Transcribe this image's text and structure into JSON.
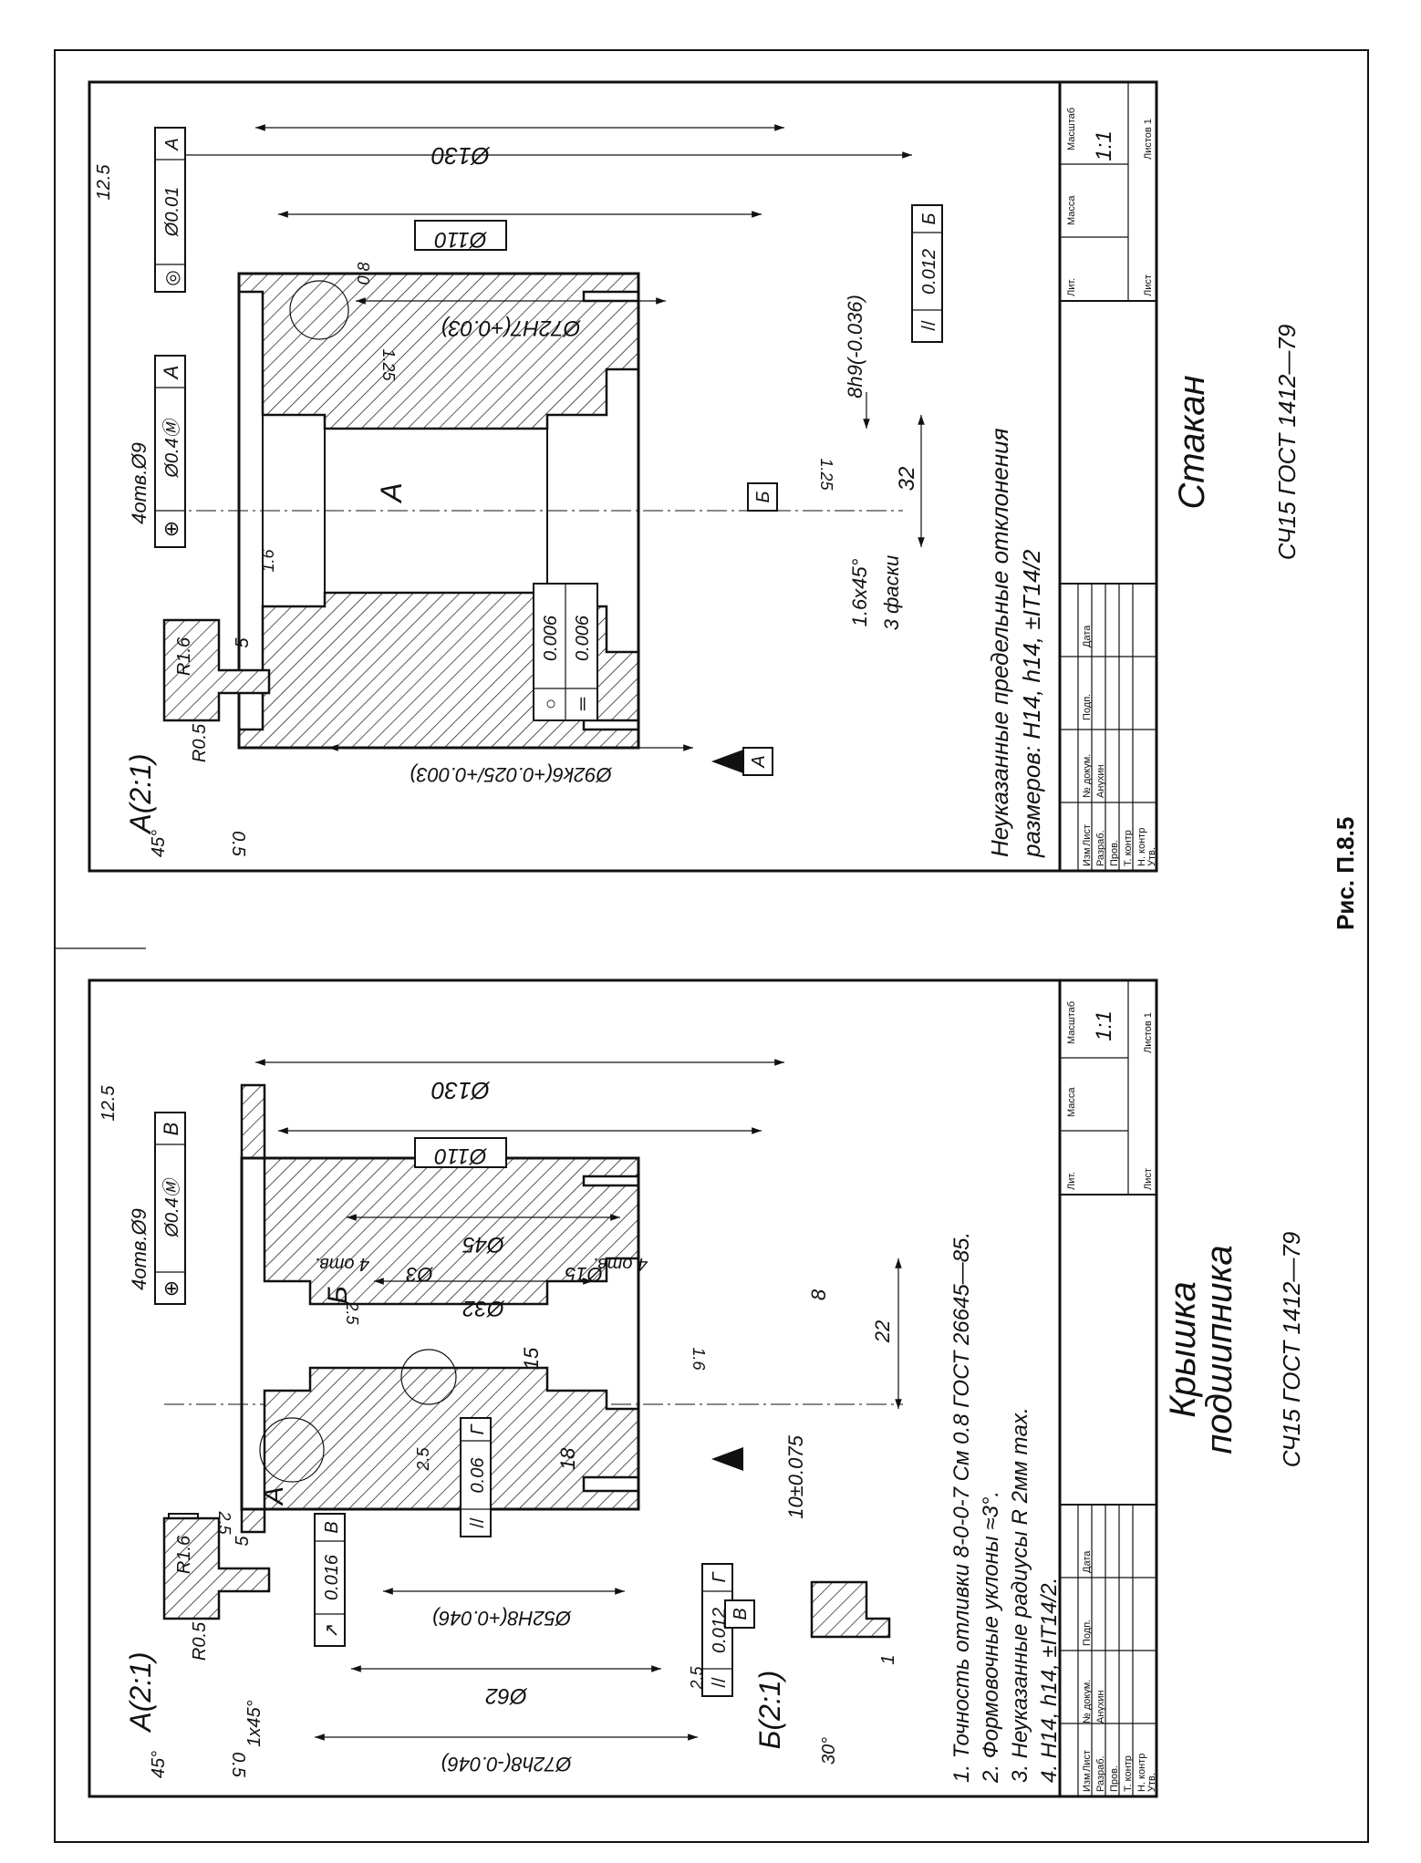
{
  "figure_caption": "Рис. П.8.5",
  "drawing_right": {
    "title": "Стакан",
    "material": "СЧ15 ГОСТ 1412—79",
    "scale_value": "1:1",
    "sheets_value": "Листов 1",
    "roughness_general": "12.5",
    "hole_callout": "4отв.Ø9",
    "position_tol": [
      "⊕",
      "Ø0.4Ⓜ",
      "A"
    ],
    "concentricity_tol": [
      "◎",
      "Ø0.01",
      "A"
    ],
    "detail_title": "A(2:1)",
    "detail_labels": [
      "R1.6",
      "R0.5",
      "5",
      "45°",
      "0.5"
    ],
    "roughness_labels": [
      "1.6",
      "0.8",
      "1.25",
      "1.25"
    ],
    "dim_d130": "Ø130",
    "dim_d110": "Ø110",
    "dim_d72": "Ø72H7(+0.03)",
    "dim_d92": "Ø92k6(+0.025/+0.003)",
    "dim_32": "32",
    "dim_8": "8h9(-0.036)",
    "section_label": "A",
    "datum_a": "A",
    "datum_b": "Б",
    "roundness_tol": [
      "○",
      "0.006"
    ],
    "flatness_tol": [
      "═",
      "0.006"
    ],
    "parallel_tol": [
      "//",
      "0.012",
      "Б"
    ],
    "chamfer_note": "1.6x45°",
    "chamfer_count": "3 фаски",
    "notes": [
      "Неуказанные предельные отклонения",
      "размеров: H14, h14, ±IT14/2"
    ],
    "title_block_headers": [
      "Изм",
      "Лист",
      "№ докум.",
      "Подп.",
      "Дата"
    ],
    "title_block_rows": [
      "Разраб.",
      "Пров.",
      "Т. контр",
      "Н. контр",
      "Утв."
    ],
    "developer": "Анухин",
    "header_lit": "Лит.",
    "header_mass": "Масса",
    "header_scale": "Масштаб",
    "header_sheet": "Лист"
  },
  "drawing_left": {
    "title_line1": "Крышка",
    "title_line2": "подшипника",
    "material": "СЧ15 ГОСТ 1412—79",
    "scale_value": "1:1",
    "sheets_value": "Листов 1",
    "roughness_general": "12.5",
    "hole_callout": "4отв.Ø9",
    "position_tol": [
      "⊕",
      "Ø0.4Ⓜ",
      "В"
    ],
    "detail_a_title": "A(2:1)",
    "detail_b_title": "Б(2:1)",
    "detail_labels": [
      "R1.6",
      "R0.5",
      "5",
      "45°",
      "0.5",
      "1x45°",
      "30°",
      "1"
    ],
    "runout_tol": [
      "↗",
      "0.016",
      "В"
    ],
    "parallel_tol_1": [
      "//",
      "0.06",
      "Г"
    ],
    "parallel_tol_2": [
      "//",
      "0.012",
      "Г"
    ],
    "roughness_labels": [
      "2.5",
      "2.5",
      "2.5",
      "2.5",
      "1.6"
    ],
    "dim_d130": "Ø130",
    "dim_d110": "Ø110",
    "dim_d45": "Ø45",
    "dim_d32": "Ø32",
    "dim_d3": "Ø3",
    "dim_d15": "Ø15",
    "holes_4": "4 отв.",
    "holes_4b": "4 отв.",
    "dim_d52": "Ø52H8(+0.046)",
    "dim_d62": "Ø62",
    "dim_d72": "Ø72h8(-0.046)",
    "dim_8": "8",
    "dim_15": "15",
    "dim_18": "18",
    "dim_22": "22",
    "dim_10": "10±0.075",
    "label_a": "A",
    "label_b": "Б",
    "datum_g": "Г",
    "datum_v": "В",
    "notes": [
      "1. Точность отливки 8-0-0-7 См 0.8 ГОСТ 26645—85.",
      "2. Формовочные уклоны ≈3°.",
      "3. Неуказанные радиусы R 2мм max.",
      "4. H14, h14, ±IT14/2."
    ],
    "title_block_headers": [
      "Изм",
      "Лист",
      "№ докум.",
      "Подп.",
      "Дата"
    ],
    "title_block_rows": [
      "Разраб.",
      "Пров.",
      "Т. контр",
      "Н. контр",
      "Утв."
    ],
    "developer": "Анухин",
    "header_lit": "Лит.",
    "header_mass": "Масса",
    "header_scale": "Масштаб",
    "header_sheet": "Лист"
  }
}
